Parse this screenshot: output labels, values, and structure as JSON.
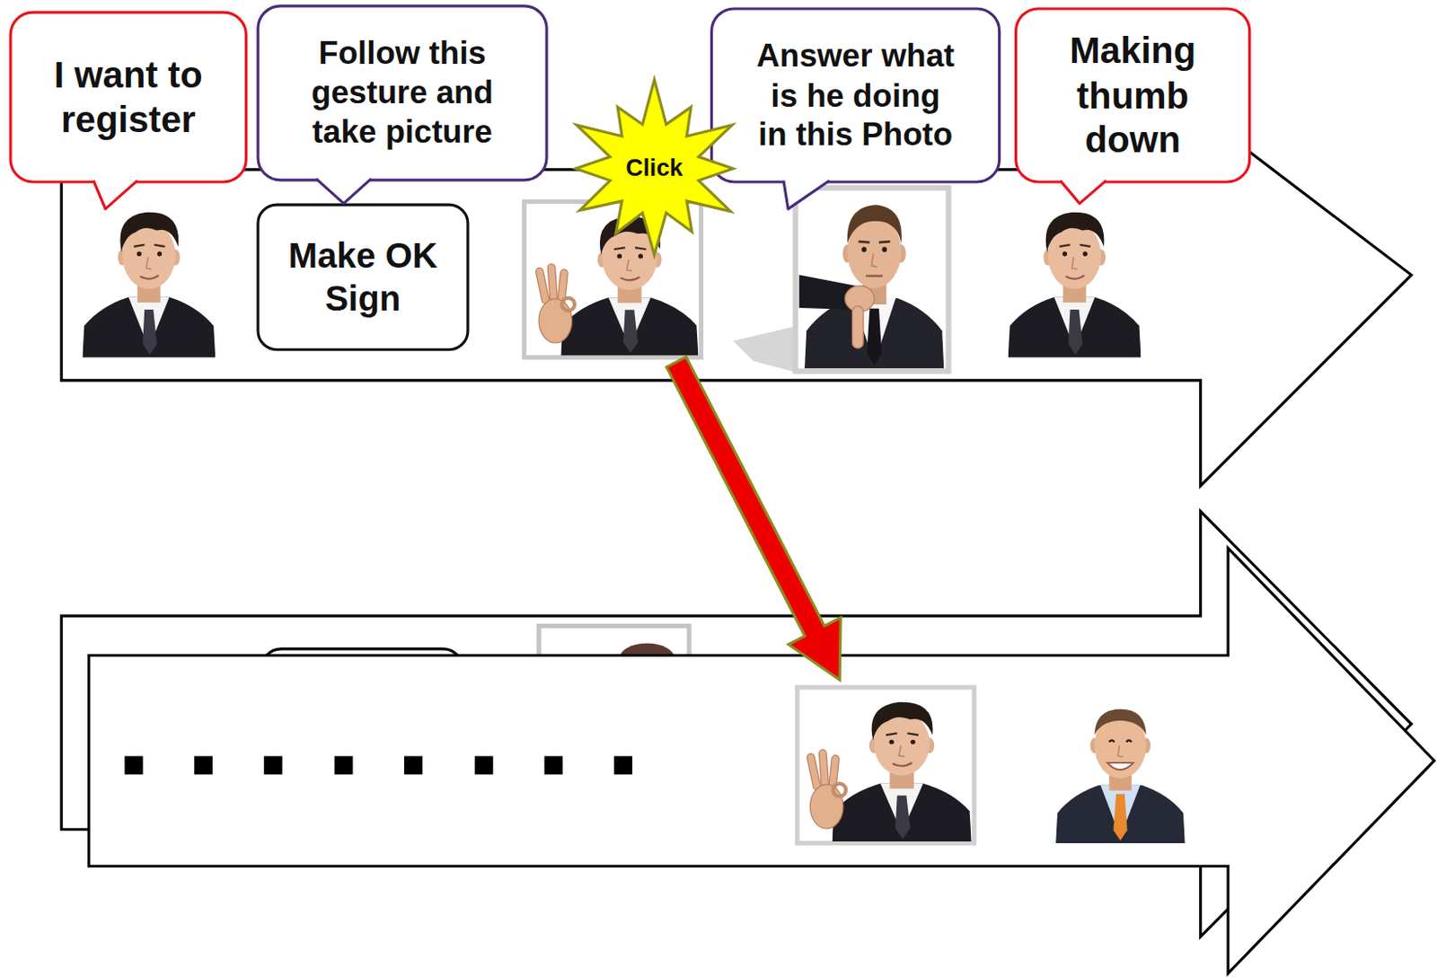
{
  "diagram": {
    "nodes": [
      {
        "text": [
          "I want to register"
        ]
      },
      {
        "text": [
          "Follow this gesture and take picture"
        ]
      },
      {
        "text": [
          "Make OK Sign"
        ]
      },
      {
        "text": [
          "Click"
        ]
      },
      {
        "text": [
          "Answer what is he doing in this Photo"
        ]
      },
      {
        "text": [
          "Making thumb down"
        ]
      }
    ]
  }
}
